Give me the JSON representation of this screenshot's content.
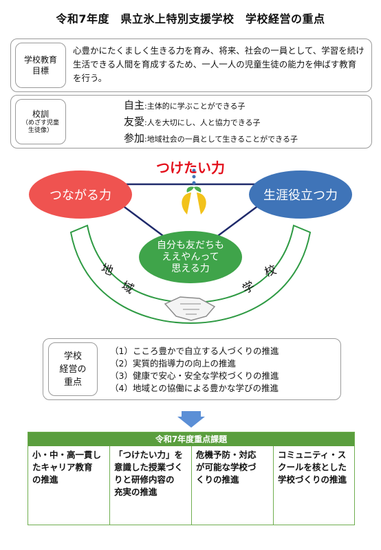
{
  "title": "令和7年度　県立氷上特別支援学校　学校経営の重点",
  "goal": {
    "label_lines": [
      "学校教育",
      "目標"
    ],
    "text": "心豊かにたくましく生きる力を育み、将来、社会の一員として、学習を続け生活できる人間を育成するため、一人一人の児童生徒の能力を伸ばす教育を行う。"
  },
  "motto": {
    "label": "校訓",
    "sub_lines": [
      "（めざす児童",
      "生徒像）"
    ],
    "items": [
      {
        "head": "自主",
        "text": ":主体的に学ぶことができる子"
      },
      {
        "head": "友愛",
        "text": ":人を大切にし、人と協力できる子"
      },
      {
        "head": "参加",
        "text": ":地域社会の一員として生きることができる子"
      }
    ]
  },
  "diagram": {
    "title": "つけたい力",
    "left": "つながる力",
    "right": "生涯役立つ力",
    "center_lines": [
      "自分も友だちも",
      "ええやんって",
      "思える力"
    ],
    "arc_left": [
      "地",
      "域"
    ],
    "arc_right": [
      "学",
      "校"
    ],
    "colors": {
      "red": "#ef5350",
      "blue": "#3f74b8",
      "green": "#3fa44a",
      "arc": "#2e9a43",
      "title": "#e3101c"
    }
  },
  "focus": {
    "label_lines": [
      "学校",
      "経営の",
      "重点"
    ],
    "items": [
      "（1）こころ豊かで自立する人づくりの推進",
      "（2）実質的指導力の向上の推進",
      "（3）健康で安心・安全な学校づくりの推進",
      "（4）地域との協働による豊かな学びの推進"
    ]
  },
  "tasks": {
    "header": "令和7年度重点課題",
    "columns": [
      [
        "小・中・高一貫し",
        "たキャリア教育",
        "の推進"
      ],
      [
        "「つけたい力」を",
        "意識した授業づく",
        "りと研修内容の",
        "充実の推進"
      ],
      [
        "危機予防・対応",
        "が可能な学校づ",
        "くりの推進"
      ],
      [
        "コミュニティ・ス",
        "クールを核とした",
        "学校づくりの推進"
      ]
    ]
  }
}
